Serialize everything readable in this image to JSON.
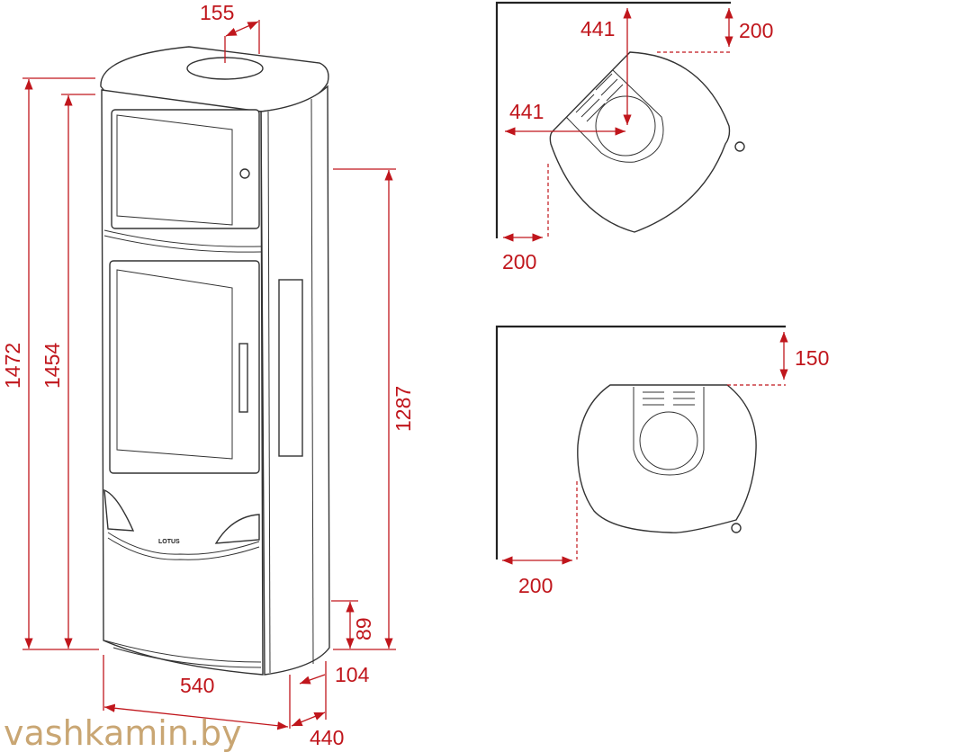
{
  "front_view": {
    "brand_label": "LOTUS",
    "dimensions": {
      "total_height": "1472",
      "body_height": "1454",
      "flue_height": "1287",
      "base_height": "89",
      "flue_offset": "155",
      "width": "540",
      "depth": "440",
      "side_offset": "104"
    }
  },
  "corner_plan": {
    "flue_center_vertical": "441",
    "flue_center_horizontal": "441",
    "back_clearance": "200",
    "side_clearance": "200"
  },
  "wall_plan": {
    "back_clearance": "150",
    "side_clearance": "200"
  },
  "watermark": "vashkamin.by",
  "colors": {
    "dimension": "#c0161c",
    "watermark": "#c9a673"
  }
}
